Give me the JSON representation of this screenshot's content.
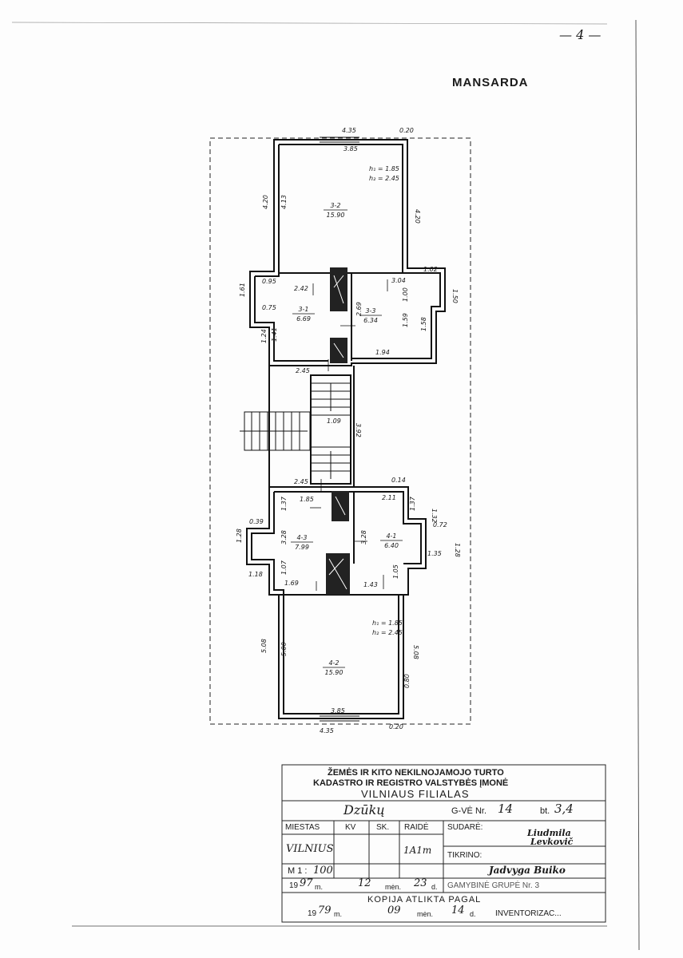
{
  "page_number": "— 4 —",
  "title": "MANSARDA",
  "rooms": [
    {
      "id": "3-2",
      "area": "15.90"
    },
    {
      "id": "3-1",
      "area": "6.69"
    },
    {
      "id": "3-3",
      "area": "6.34"
    },
    {
      "id": "4-3",
      "area": "7.99"
    },
    {
      "id": "4-1",
      "area": "6.40"
    },
    {
      "id": "4-2",
      "area": "15.90"
    }
  ],
  "heights_top": {
    "h1": "h₁ = 1.85",
    "h2": "h₂ = 2.45"
  },
  "heights_bottom": {
    "h1": "h₁ = 1.85",
    "h2": "h₂ = 2.45"
  },
  "dimensions": {
    "top_outer": "4.35",
    "top_offset": "0.20",
    "top_inner": "3.85",
    "left_outer_top": "4.20",
    "left_inner_top": "4.13",
    "right_outer_top": "4.20",
    "r31_w": "2.42",
    "r33_w": "3.04",
    "r31_d": "1.41",
    "r33_d": "1.59",
    "side_left": "1.61",
    "side_left_b": "1.24",
    "side_right": "1.50",
    "side_right_b": "1.58",
    "r31_bottom": "2.45",
    "r33_bottom": "1.94",
    "small_a": "0.75",
    "small_b": "0.95",
    "stair_w": "1.09",
    "stair_len": "3.92",
    "corr_mid": "2.69",
    "r43_top": "2.45",
    "r41_top": "2.11",
    "r43_w": "1.85",
    "r43_d": "1.37",
    "r41_d": "1.37",
    "r41_d2": "1.32",
    "r43_h": "3.28",
    "r41_h": "3.28",
    "r43_bottom": "1.69",
    "r41_bottom": "1.43",
    "r43_side": "1.07",
    "r41_side": "1.05",
    "side_l2": "1.28",
    "side_r2": "1.28",
    "side_l3": "1.18",
    "side_r3": "1.35",
    "left_outer_bot": "5.08",
    "left_inner_bot": "5.00",
    "right_outer_bot": "5.08",
    "bot_inner": "3.85",
    "bot_outer": "4.35",
    "bot_offset": "0.20",
    "small_c": "0.39",
    "small_d": "0.72",
    "small_e": "0.14",
    "small_f": "1.02",
    "small_g": "1.00",
    "small_h": "0.80",
    "small_i": "0.20"
  },
  "stamp": {
    "org_line1": "ŽEMĖS IR KITO NEKILNOJAMOJO TURTO",
    "org_line2": "KADASTRO IR REGISTRO VALSTYBĖS ĮMONĖ",
    "org_line3": "VILNIAUS FILIALAS",
    "street": "Dzūkų",
    "gve_label": "G-VĖ Nr.",
    "gve_value": "14",
    "bt_label": "bt.",
    "bt_value": "3,4",
    "col_headers": [
      "MIESTAS",
      "KV",
      "SK.",
      "RAIDĖ"
    ],
    "city": "VILNIUS",
    "letter": "1A1m",
    "sudare_label": "SUDARĖ:",
    "sudare_name1": "Liudmila",
    "sudare_name2": "Levkovič",
    "tikrino_label": "TIKRINO:",
    "tikrino_name": "Jadvyga Buiko",
    "scale_label": "M 1 :",
    "scale_value": "100",
    "date1_prefix": "19",
    "date1_year": "97",
    "date1_m": "m.",
    "date1_month": "12",
    "date1_men": "mėn.",
    "date1_day": "23",
    "date1_d": "d.",
    "gamybine": "GAMYBINĖ GRUPĖ Nr. 3",
    "kopija": "KOPIJA ATLIKTA PAGAL",
    "date2_prefix": "19",
    "date2_year": "79",
    "date2_m": "m.",
    "date2_month": "09",
    "date2_men": "mėn.",
    "date2_day": "14",
    "date2_d": "d.",
    "inventor": "INVENTORIZAC..."
  }
}
